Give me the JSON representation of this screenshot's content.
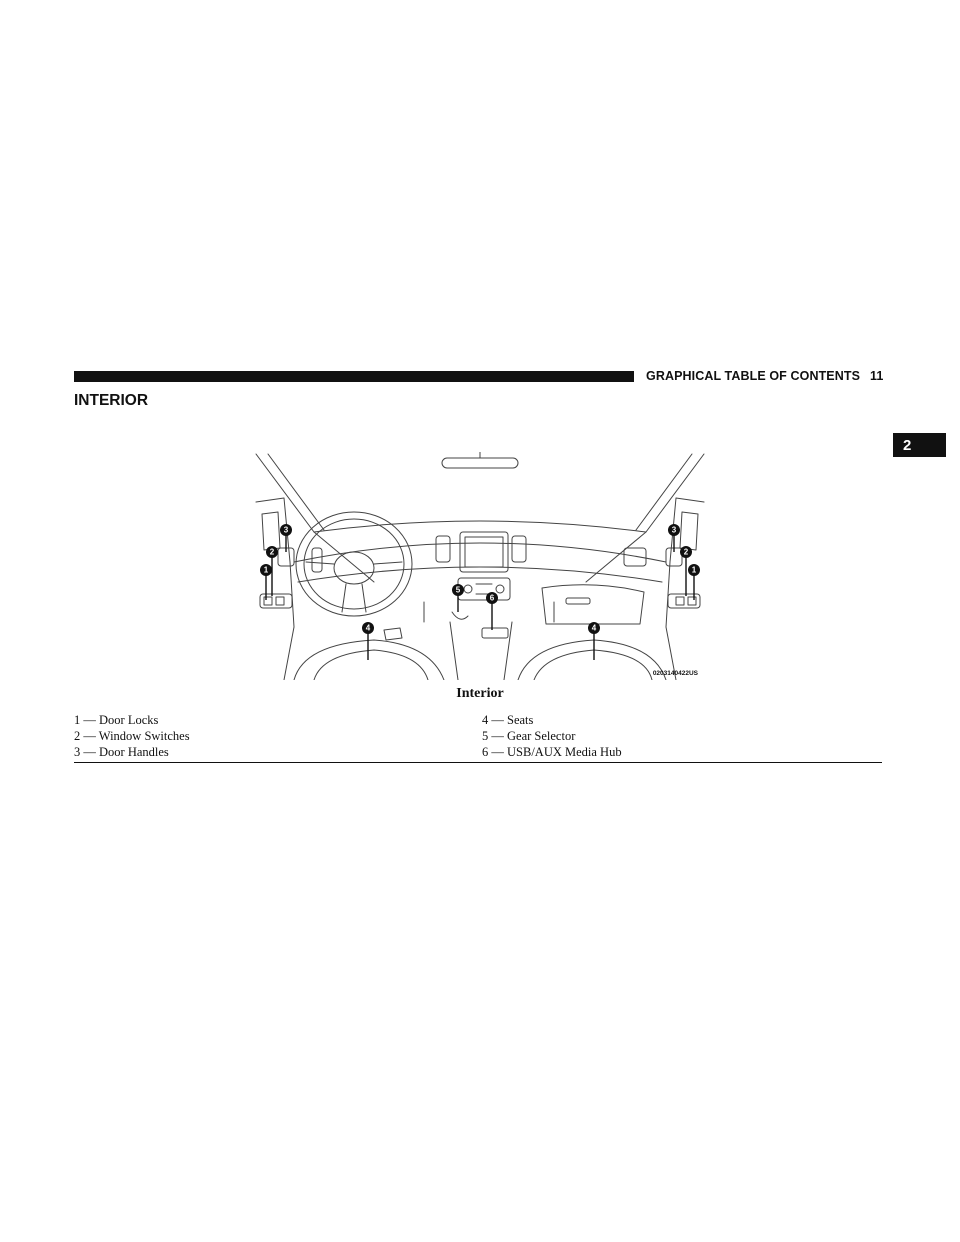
{
  "header": {
    "section": "GRAPHICAL TABLE OF CONTENTS",
    "page_number": "11"
  },
  "chapter_tab": "2",
  "title": "INTERIOR",
  "figure": {
    "caption": "Interior",
    "image_id": "0203140422US",
    "callouts": [
      "1",
      "2",
      "3",
      "4",
      "5",
      "6"
    ]
  },
  "legend": {
    "left": [
      "1 — Door Locks",
      "2 — Window Switches",
      "3 — Door Handles"
    ],
    "right": [
      "4 — Seats",
      "5 — Gear Selector",
      "6 — USB/AUX Media Hub"
    ]
  }
}
